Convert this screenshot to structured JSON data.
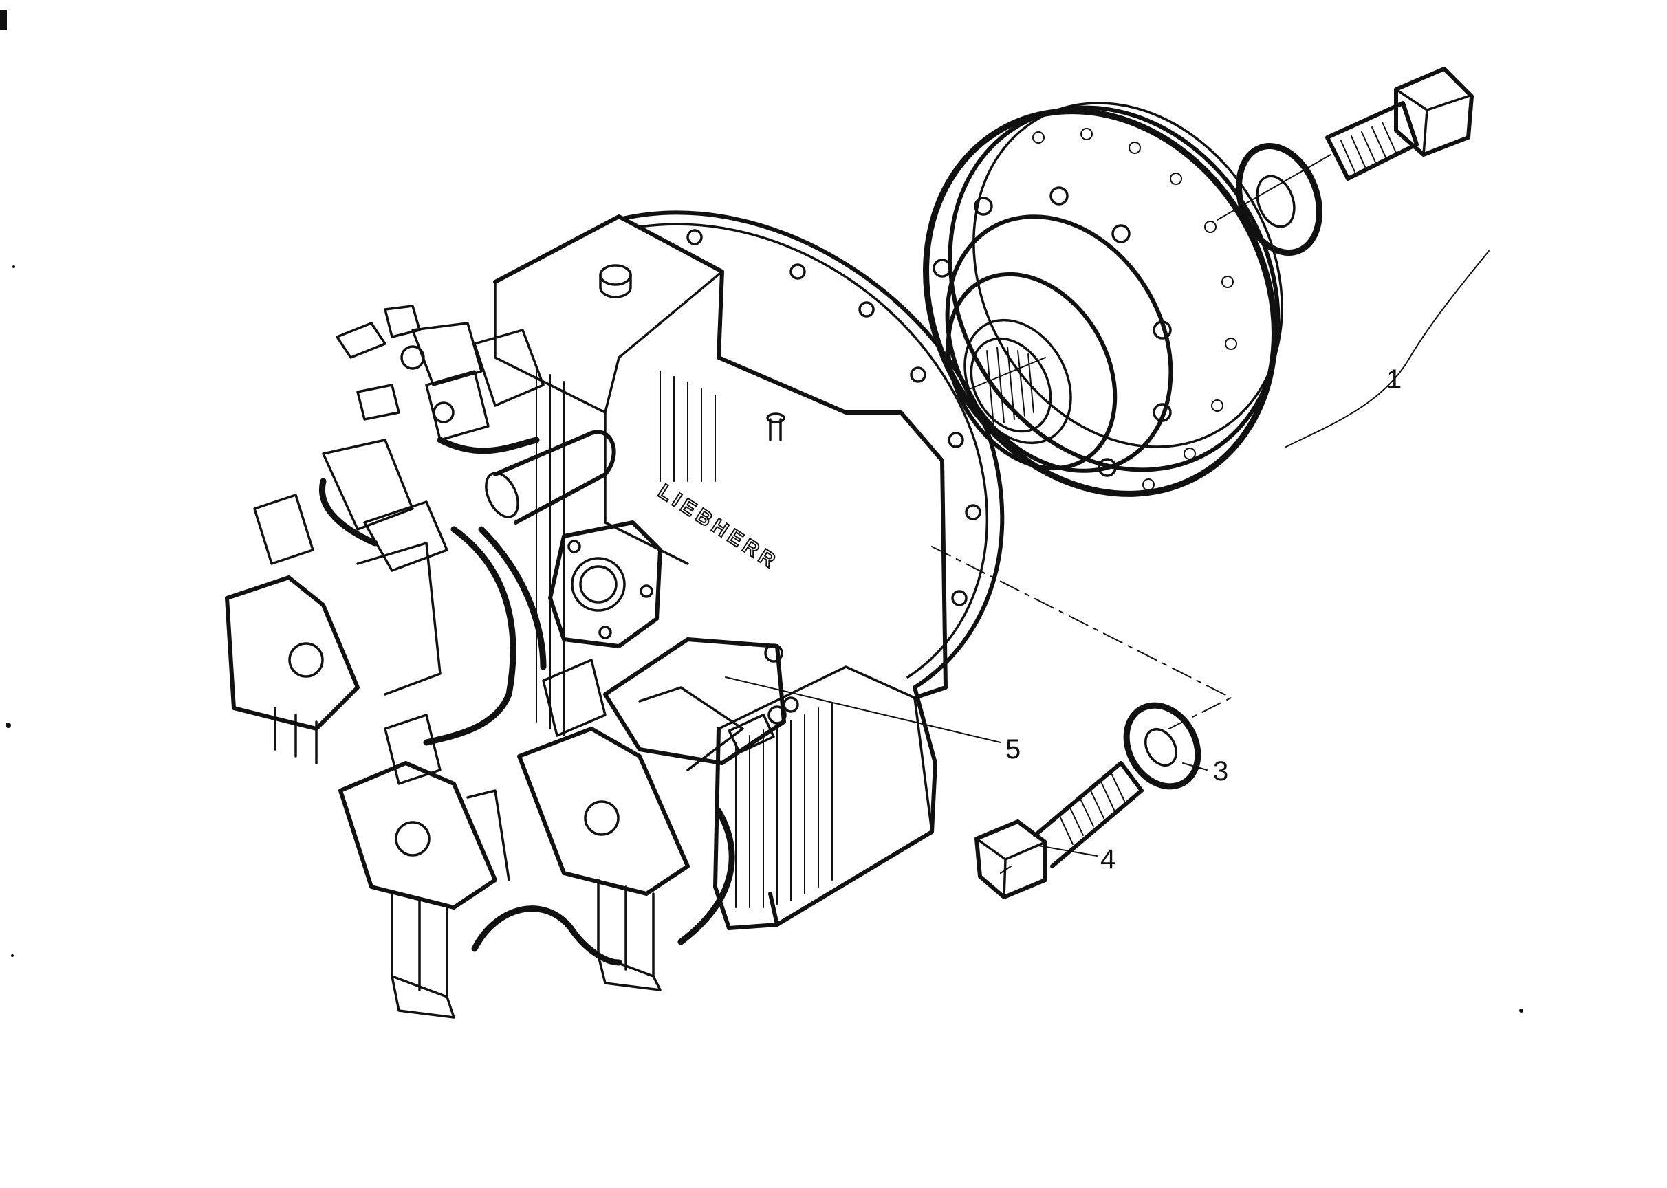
{
  "figure": {
    "callouts": [
      {
        "id": "1",
        "label": "1"
      },
      {
        "id": "3",
        "label": "3"
      },
      {
        "id": "4",
        "label": "4"
      },
      {
        "id": "5",
        "label": "5"
      }
    ],
    "logo_text": "LIEBHERR"
  }
}
